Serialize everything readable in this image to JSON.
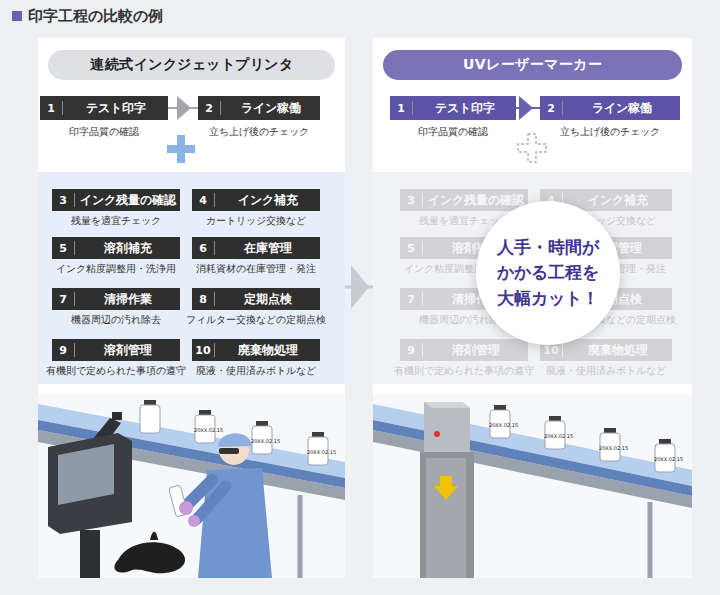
{
  "diagram": {
    "title": "印字工程の比較の例",
    "nodes": [
      {
        "text": [
          "連続式インクジェットプリンタ"
        ]
      },
      {
        "text": [
          "1",
          "テスト印字",
          "印字品質の確認"
        ],
        "in": 0
      },
      {
        "text": [
          "2",
          "ライン稼働",
          "立ち上げ後のチェック"
        ],
        "in": 0
      },
      {
        "text": [],
        "in": 0
      },
      {
        "text": [
          "3",
          "インク残量の確認",
          "残量を適宜チェック"
        ],
        "in": 3
      },
      {
        "text": [
          "4",
          "インク補充",
          "カートリッジ交換など"
        ],
        "in": 3
      },
      {
        "text": [
          "5",
          "溶剤補充",
          "インク粘度調整用・洗浄用"
        ],
        "in": 3
      },
      {
        "text": [
          "6",
          "在庫管理",
          "消耗資材の在庫管理・発注"
        ],
        "in": 3
      },
      {
        "text": [
          "7",
          "清掃作業",
          "機器周辺の汚れ除去"
        ],
        "in": 3
      },
      {
        "text": [
          "8",
          "定期点検",
          "フィルター交換などの定期点検"
        ],
        "in": 3
      },
      {
        "text": [
          "9",
          "溶剤管理",
          "有機則で定められた事項の遵守"
        ],
        "in": 3
      },
      {
        "text": [
          "10",
          "廃棄物処理",
          "廃液・使用済みボトルなど"
        ],
        "in": 3
      },
      {
        "text": [
          "UVレーザーマーカー"
        ]
      },
      {
        "text": [
          "1",
          "テスト印字",
          "印字品質の確認"
        ],
        "in": 12
      },
      {
        "text": [
          "2",
          "ライン稼働",
          "立ち上げ後のチェック"
        ],
        "in": 12
      },
      {
        "text": [],
        "in": 12
      },
      {
        "text": [
          "3",
          "インク残量の確認",
          "残量を適宜チェック"
        ],
        "in": 15
      },
      {
        "text": [
          "4",
          "インク補充",
          "カートリッジ交換など"
        ],
        "in": 15
      },
      {
        "text": [
          "5",
          "溶剤補充",
          "インク粘度調整用・洗浄用"
        ],
        "in": 15
      },
      {
        "text": [
          "6",
          "在庫管理",
          "消耗資材の在庫管理・発注"
        ],
        "in": 15
      },
      {
        "text": [
          "7",
          "清掃作業",
          "機器周辺の汚れ除去"
        ],
        "in": 15
      },
      {
        "text": [
          "8",
          "定期点検",
          "フィルター交換などの定期点検"
        ],
        "in": 15
      },
      {
        "text": [
          "9",
          "溶剤管理",
          "有機則で定められた事項の遵守"
        ],
        "in": 15
      },
      {
        "text": [
          "10",
          "廃棄物処理",
          "廃液・使用済みボトルなど"
        ],
        "in": 15
      },
      {
        "text": [
          "人手・時間が かかる工程を 大幅カット！"
        ],
        "in": 15
      }
    ],
    "edges": [
      {
        "from": 1,
        "to": 2,
        "arrow": "to"
      },
      {
        "from": 13,
        "to": 14,
        "arrow": "to"
      },
      {
        "from": 0,
        "to": 12,
        "arrow": "to"
      }
    ],
    "labels": [
      "20XX.02.15",
      "20XX.02.15",
      "20XX.02.15",
      "20XX.02.15",
      "20XX.02.15",
      "20XX.02.15",
      "20XX.02.15"
    ]
  }
}
